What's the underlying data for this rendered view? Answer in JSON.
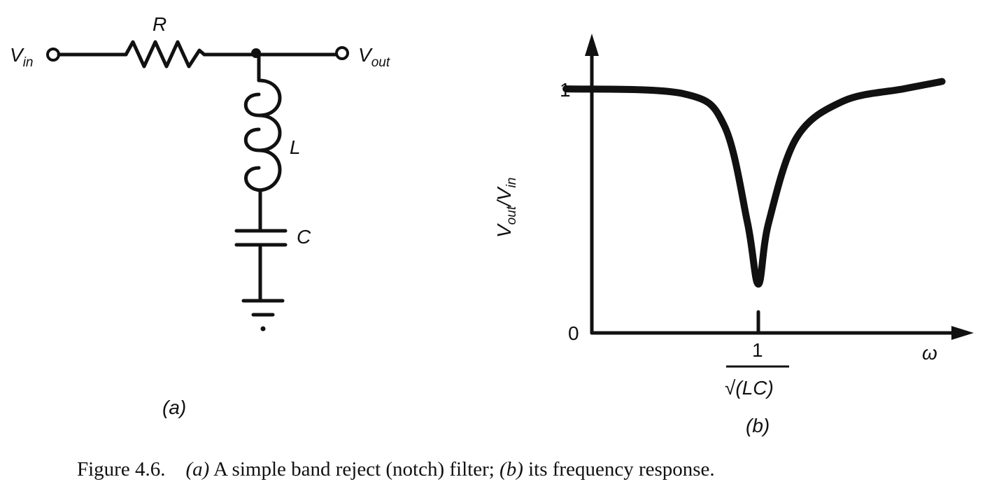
{
  "circuit": {
    "vin_main": "V",
    "vin_sub": "in",
    "vout_main": "V",
    "vout_sub": "out",
    "resistor": "R",
    "inductor": "L",
    "capacitor": "C",
    "panel_label": "(a)"
  },
  "plot": {
    "ylabel_main": "V",
    "ylabel_sub1": "out",
    "ylabel_slash": "/V",
    "ylabel_sub2": "in",
    "y_tick_top": "1",
    "y_tick_bottom": "0",
    "x_tick_numerator": "1",
    "x_tick_denominator": "√(LC)",
    "x_axis_symbol": "ω",
    "panel_label": "(b)"
  },
  "caption": {
    "figure_number": "Figure 4.6.",
    "part_a_marker": "(a)",
    "part_a_text": " A simple band reject (notch) filter; ",
    "part_b_marker": "(b)",
    "part_b_text": " its frequency response."
  },
  "chart_data": {
    "type": "line",
    "x": [
      0.4,
      0.7,
      0.85,
      0.95,
      1.0,
      1.05,
      1.2,
      1.5,
      2.0,
      2.4
    ],
    "series": [
      {
        "values": [
          1.0,
          0.98,
          0.85,
          0.45,
          0.2,
          0.45,
          0.8,
          0.95,
          1.0,
          1.03
        ]
      }
    ],
    "ylim": [
      0,
      1
    ],
    "grid": false
  }
}
